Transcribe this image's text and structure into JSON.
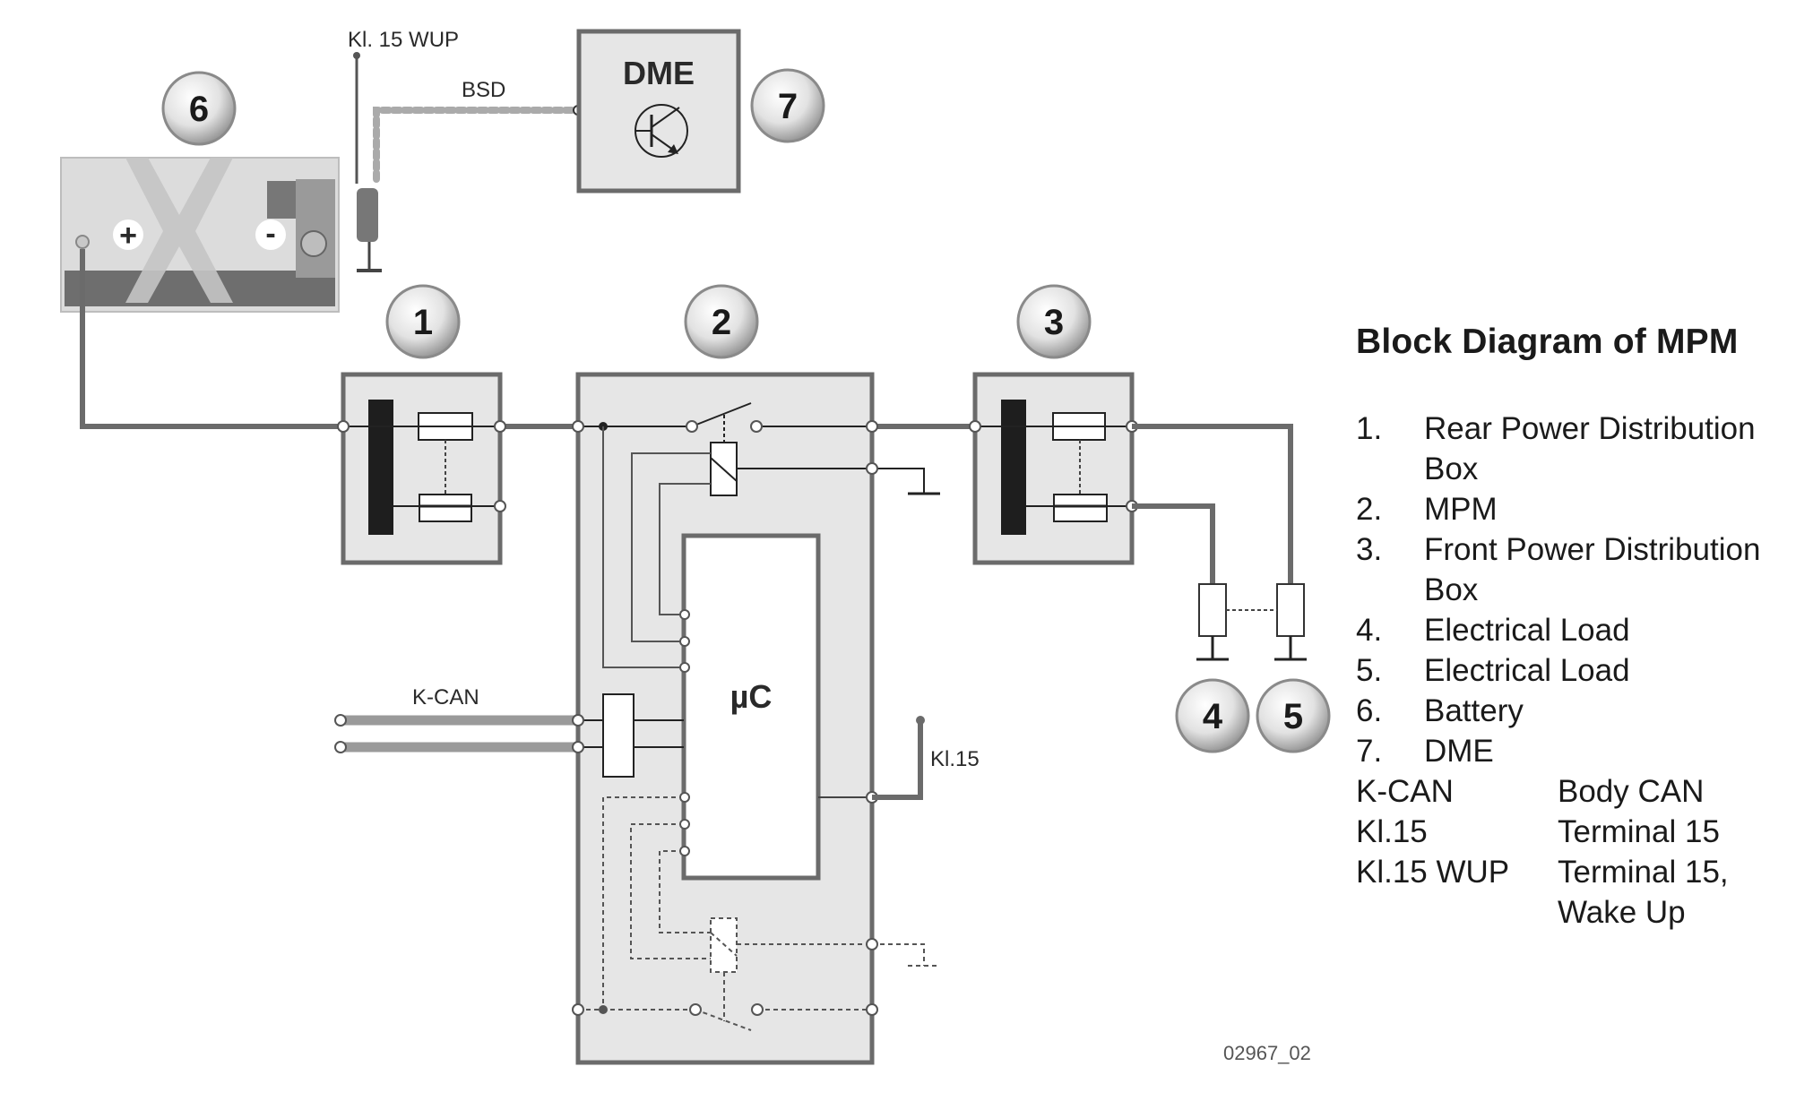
{
  "title": "Block Diagram of MPM",
  "legend": [
    {
      "num": "1.",
      "text": "Rear Power Distribution Box"
    },
    {
      "num": "2.",
      "text": "MPM"
    },
    {
      "num": "3.",
      "text": "Front Power Distribution Box"
    },
    {
      "num": "4.",
      "text": "Electrical Load"
    },
    {
      "num": "5.",
      "text": "Electrical Load"
    },
    {
      "num": "6.",
      "text": "Battery"
    },
    {
      "num": "7.",
      "text": "DME"
    }
  ],
  "abbreviations": [
    {
      "abbr": "K-CAN",
      "meaning": "Body CAN"
    },
    {
      "abbr": "Kl.15",
      "meaning": "Terminal 15"
    },
    {
      "abbr": "Kl.15 WUP",
      "meaning": "Terminal 15, Wake Up"
    }
  ],
  "diagram": {
    "badges": [
      "1",
      "2",
      "3",
      "4",
      "5",
      "6",
      "7"
    ],
    "labels": {
      "kl15_wup": "Kl. 15 WUP",
      "bsd": "BSD",
      "dme": "DME",
      "k_can": "K-CAN",
      "kl15": "Kl.15",
      "uc": "µC",
      "battery_plus": "+",
      "battery_minus": "-"
    }
  },
  "figure_number": "02967_02",
  "colors": {
    "box_fill": "#e6e6e6",
    "box_stroke": "#6b6b6b",
    "wire": "#6b6b6b",
    "bus_bar": "#1e1e1e",
    "can_wire": "#9a9a9a"
  }
}
